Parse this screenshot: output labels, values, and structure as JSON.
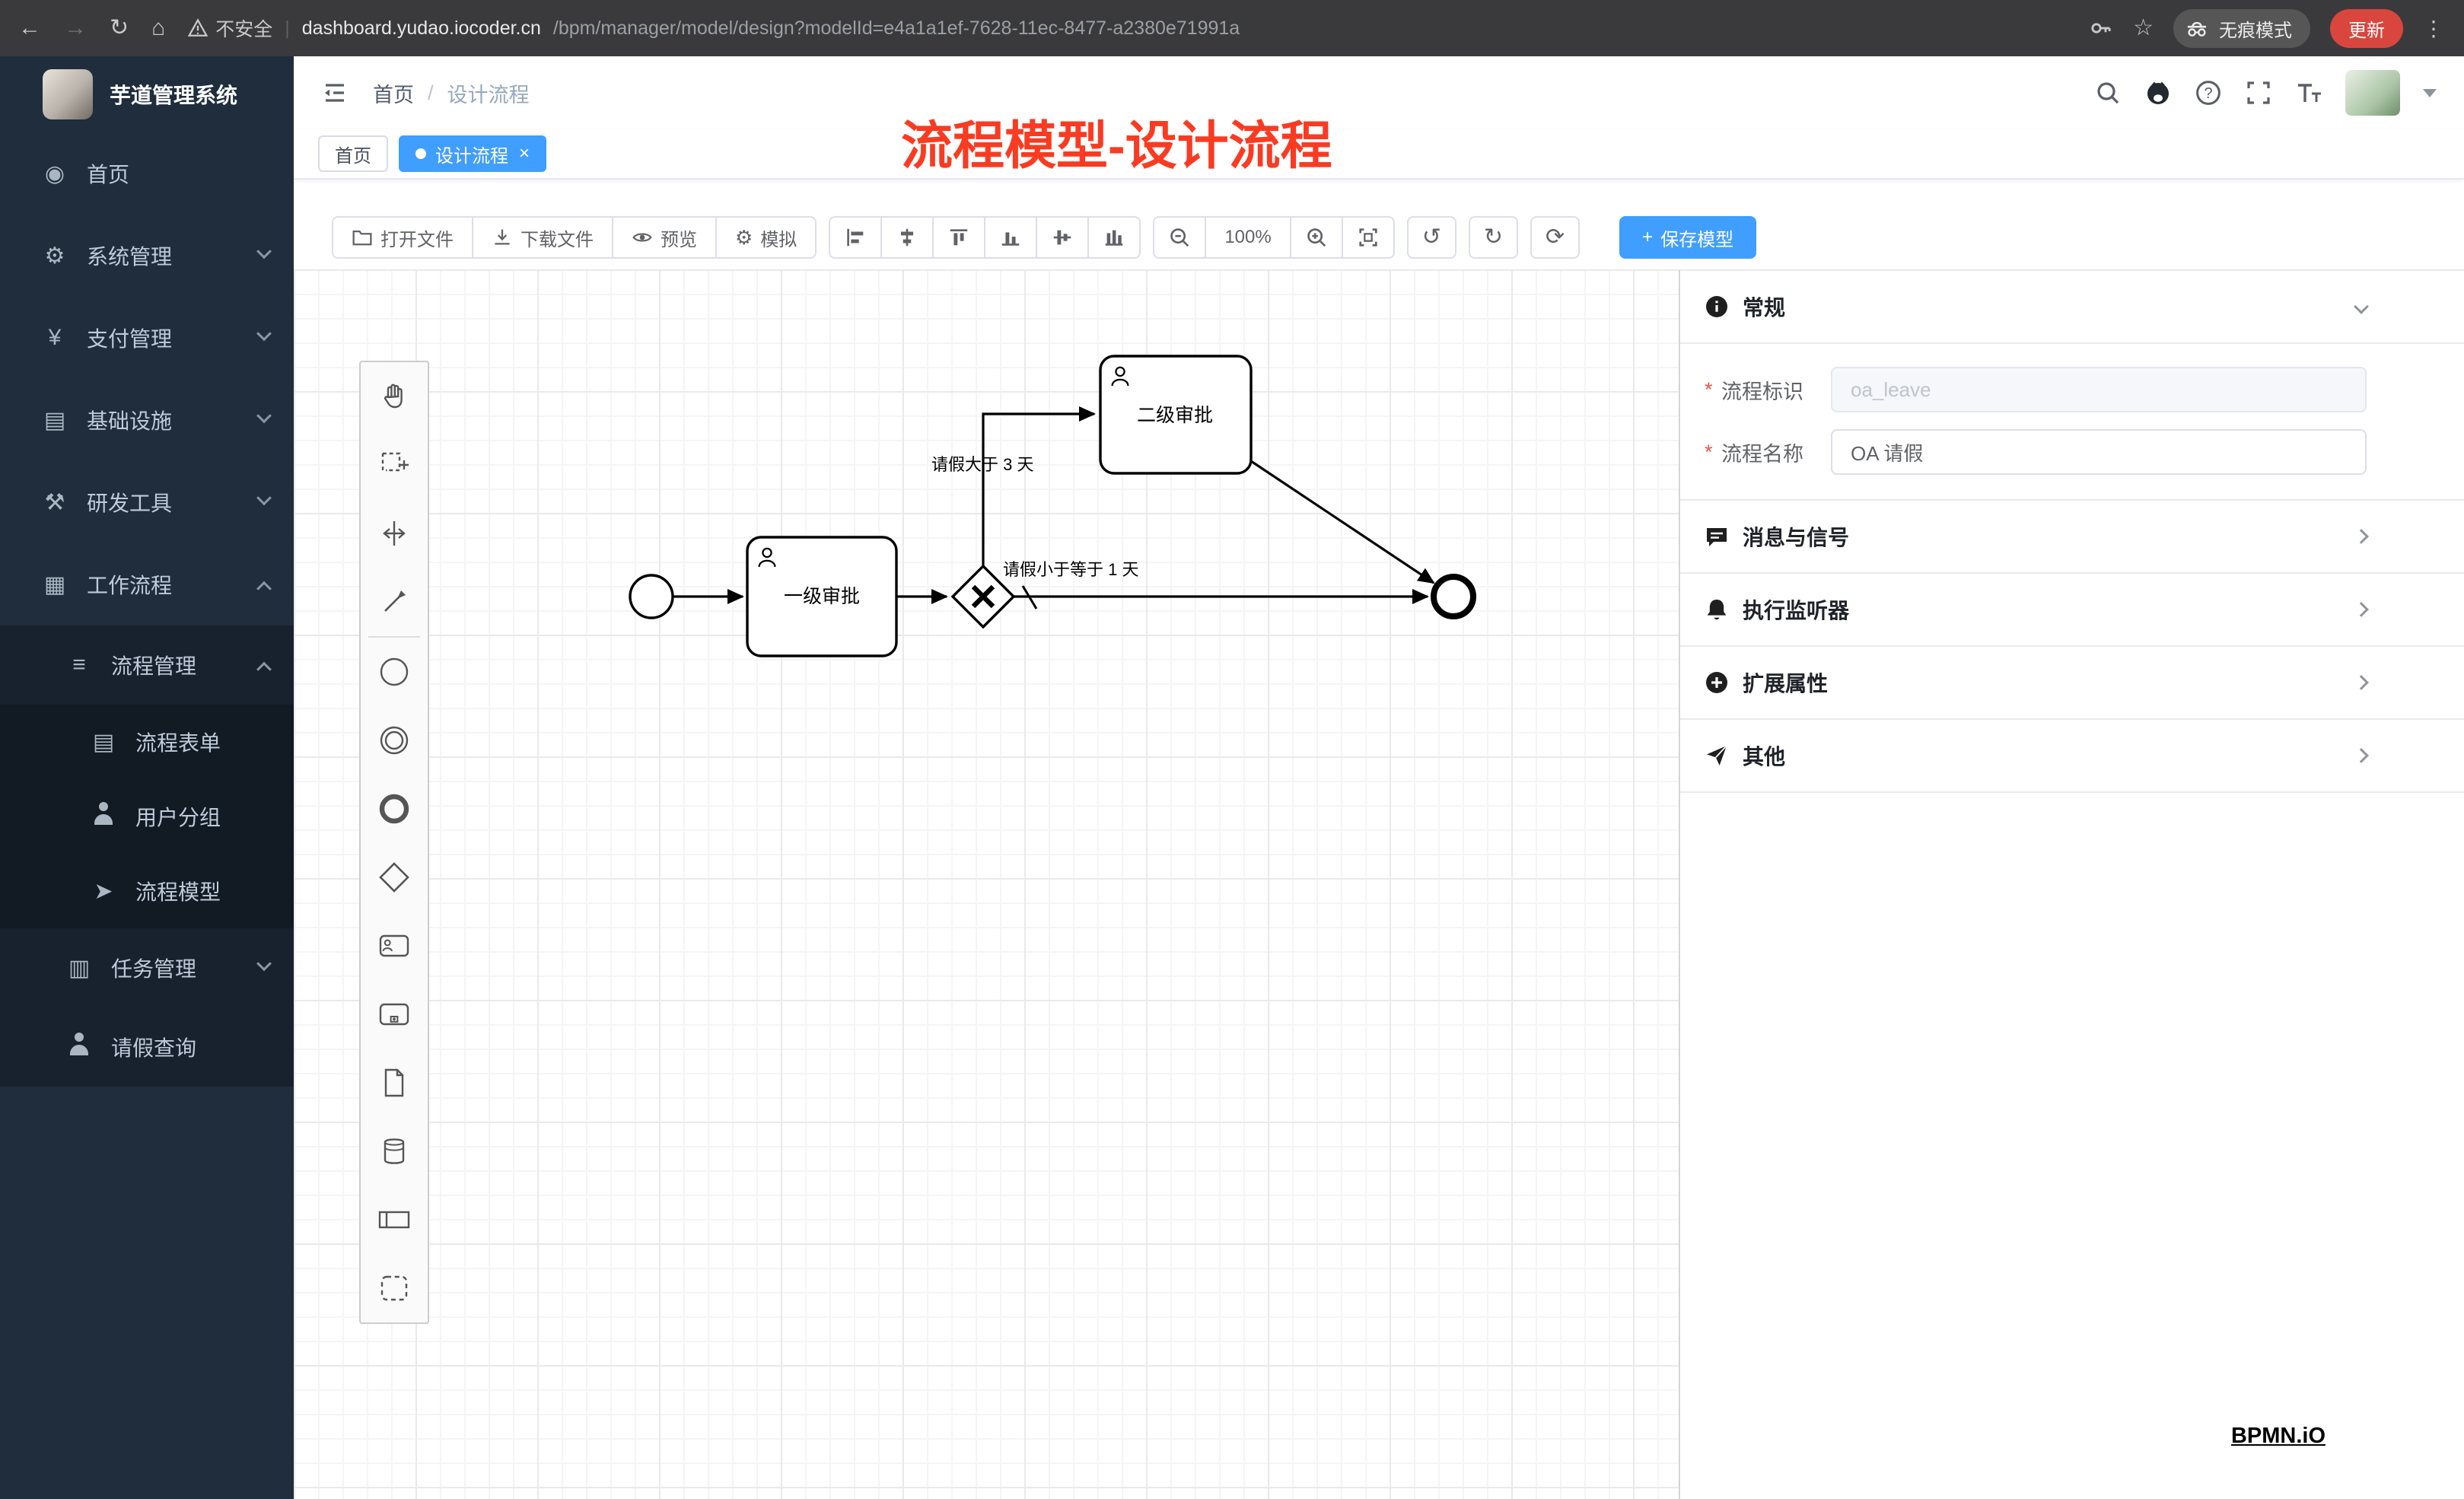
{
  "ui_colors": {
    "accent": "#409eff",
    "annotation_red": "#f93b22",
    "sidebar_bg": "#1f2d3d",
    "browser_bar": "#3a3a3c",
    "update_chip": "#d9463e"
  },
  "browser": {
    "security_label": "不安全",
    "url_host": "dashboard.yudao.iocoder.cn",
    "url_path": "/bpm/manager/model/design?modelId=e4a1a1ef-7628-11ec-8477-a2380e71991a",
    "incognito_label": "无痕模式",
    "update_label": "更新"
  },
  "sidebar": {
    "title": "芋道管理系统",
    "items": [
      {
        "label": "首页"
      },
      {
        "label": "系统管理"
      },
      {
        "label": "支付管理"
      },
      {
        "label": "基础设施"
      },
      {
        "label": "研发工具"
      },
      {
        "label": "工作流程"
      },
      {
        "label": "流程管理"
      },
      {
        "label": "流程表单"
      },
      {
        "label": "用户分组"
      },
      {
        "label": "流程模型"
      },
      {
        "label": "任务管理"
      },
      {
        "label": "请假查询"
      }
    ]
  },
  "header": {
    "breadcrumb_home": "首页",
    "breadcrumb_sep": "/",
    "breadcrumb_current": "设计流程"
  },
  "annotation": {
    "text": "流程模型-设计流程"
  },
  "tabs": [
    {
      "label": "首页"
    },
    {
      "label": "设计流程",
      "close_glyph": "×"
    }
  ],
  "toolbar": {
    "open": "打开文件",
    "download": "下载文件",
    "preview": "预览",
    "simulate": "模拟",
    "zoom_level": "100%",
    "save_plus": "+",
    "save": "保存模型"
  },
  "diagram": {
    "task1": "一级审批",
    "task2": "二级审批",
    "cond_gt": "请假大于 3 天",
    "cond_le": "请假小于等于 1 天"
  },
  "panel": {
    "general_title": "常规",
    "message_title": "消息与信号",
    "listener_title": "执行监听器",
    "ext_title": "扩展属性",
    "other_title": "其他",
    "required_mark": "*",
    "key_label": "流程标识",
    "key_value": "oa_leave",
    "name_label": "流程名称",
    "name_value": "OA 请假"
  },
  "watermark": "BPMN.iO"
}
